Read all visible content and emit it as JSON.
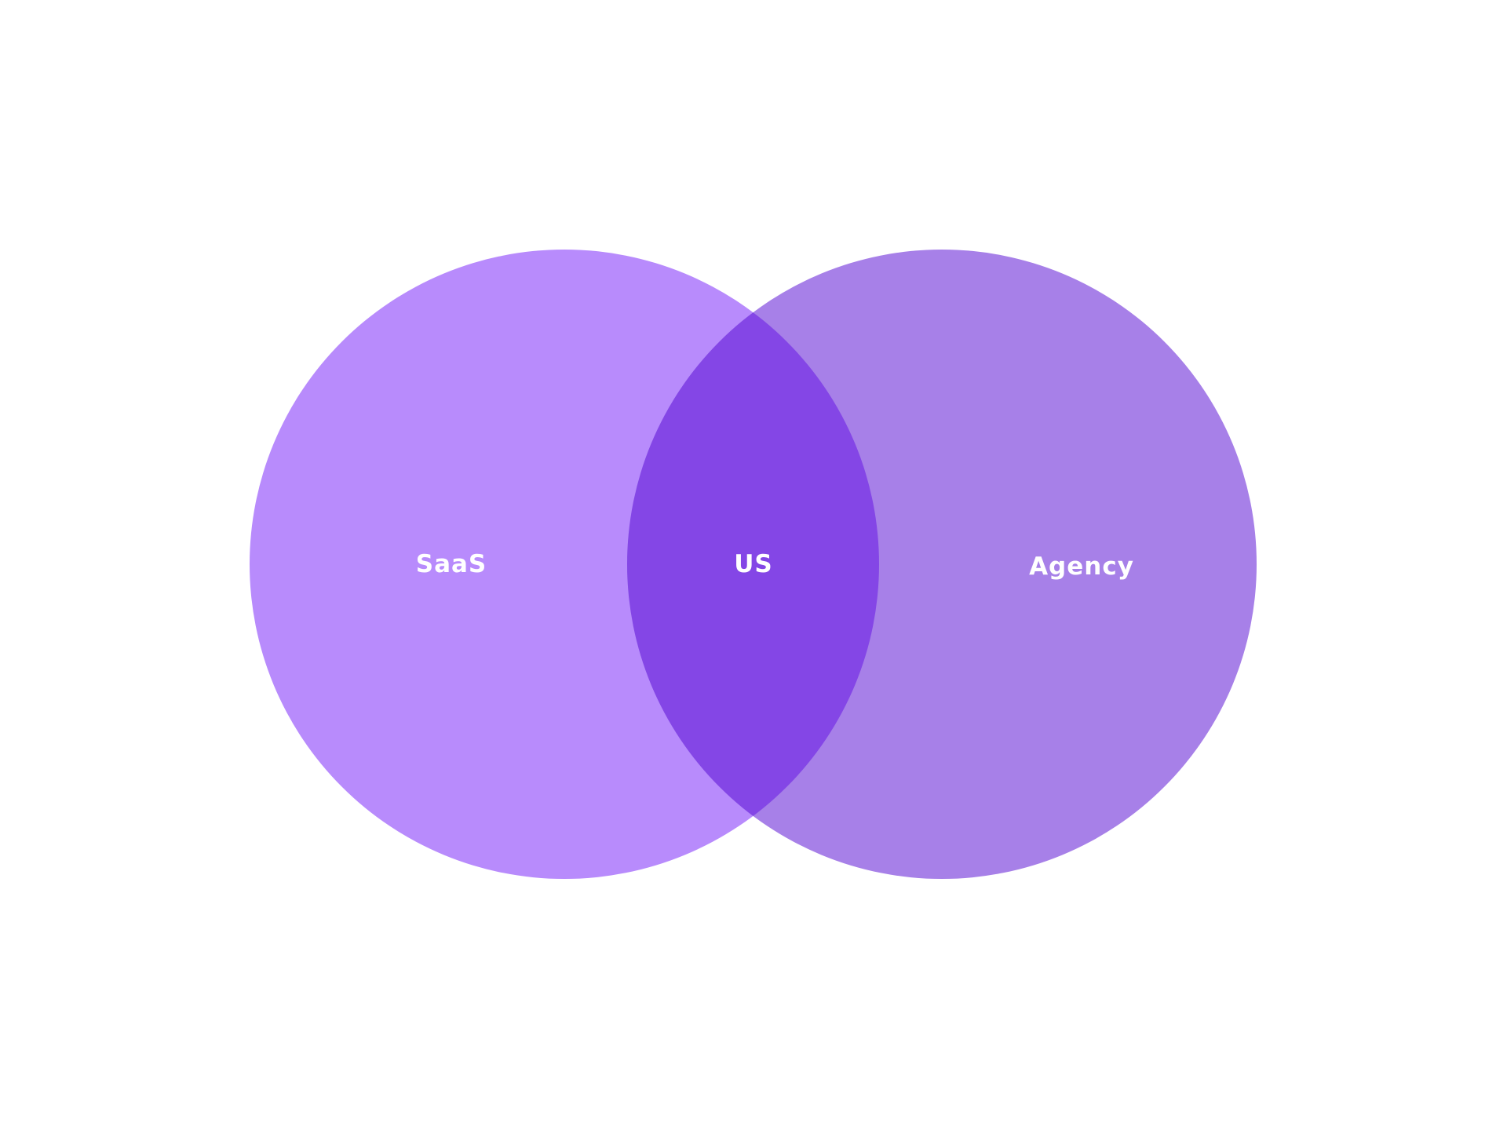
{
  "diagram": {
    "type": "venn",
    "sets": [
      {
        "label": "SaaS",
        "color": "#B88BFC"
      },
      {
        "label": "Agency",
        "color": "#A780E8"
      }
    ],
    "intersection": {
      "label": "US",
      "color": "#8446E6"
    }
  }
}
